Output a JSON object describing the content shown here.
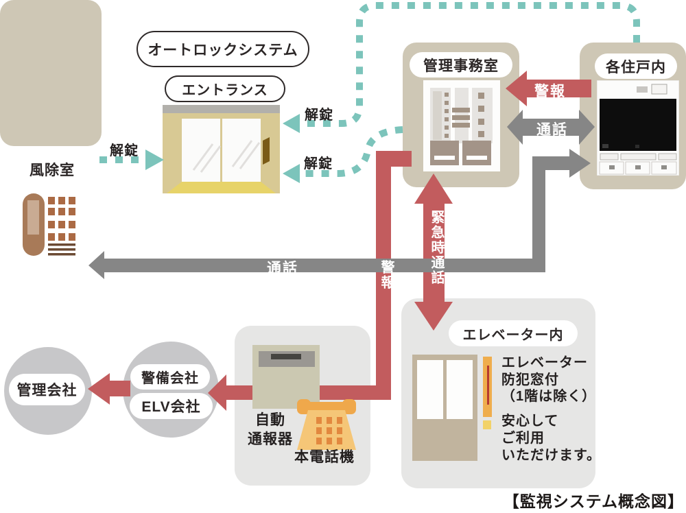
{
  "diagram": {
    "caption": "【監視システム概念図】",
    "nodes": {
      "autolock_system": "オートロックシステム",
      "entrance": "エントランス",
      "windbreak_room": "風除室",
      "management_office": "管理事務室",
      "residence_unit": "各住戸内",
      "elevator_interior": "エレベーター内",
      "management_company": "管理会社",
      "security_company": "警備会社",
      "elevator_company": "ELV会社",
      "auto_dialer": {
        "line1": "自動",
        "line2": "通報器"
      },
      "main_telephone": "本電話機"
    },
    "arrow_labels": {
      "unlock": "解錠",
      "alarm": "警報",
      "call": "通話",
      "emergency_call": "緊急時通話"
    },
    "elevator_note": {
      "feature_line1": "エレベーター",
      "feature_line2": "防犯窓付",
      "feature_line3": "（1階は除く）",
      "reassure_line1": "安心して",
      "reassure_line2": "ご利用",
      "reassure_line3": "いただけます。"
    },
    "colors": {
      "alarm_red": "#c25c5e",
      "call_gray": "#868686",
      "unlock_teal": "#7cc4bb",
      "box_beige": "#cec7b5",
      "box_light_gray": "#e6e6e5",
      "circle_gray": "#c7c7c9"
    }
  }
}
